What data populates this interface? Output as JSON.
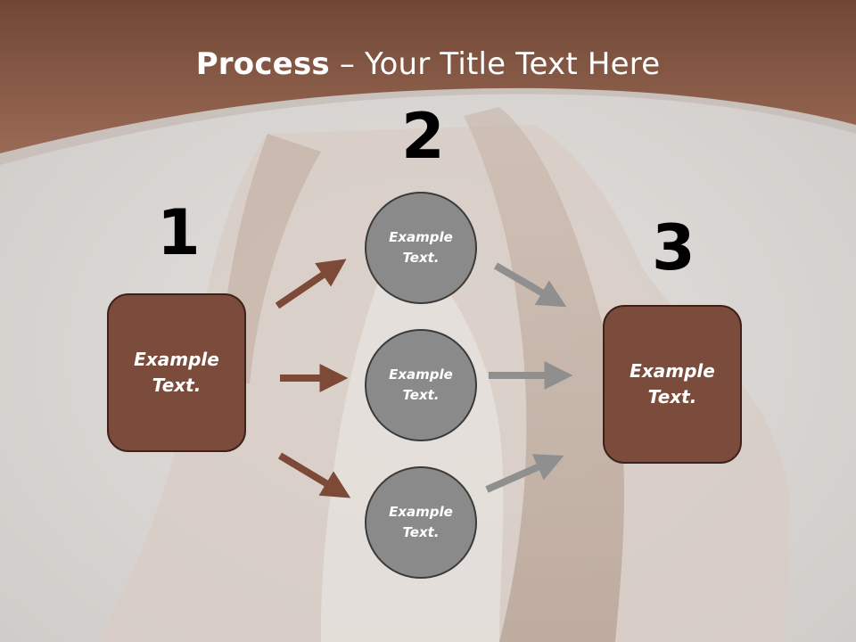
{
  "title": {
    "bold": "Process",
    "rest": " – Your Title Text Here"
  },
  "steps": {
    "one": {
      "number": "1",
      "text": "Example Text."
    },
    "two": {
      "number": "2"
    },
    "three": {
      "number": "3",
      "text": "Example Text."
    }
  },
  "circles": [
    {
      "text": "Example Text."
    },
    {
      "text": "Example Text."
    },
    {
      "text": "Example Text."
    }
  ],
  "colors": {
    "header_brown": "#8b5a45",
    "box_fill": "#7b4c3b",
    "box_border": "#3e2219",
    "circle_fill": "#8a8a8a",
    "arrow_brown": "#7e4a38",
    "arrow_gray": "#8f8f8f"
  }
}
